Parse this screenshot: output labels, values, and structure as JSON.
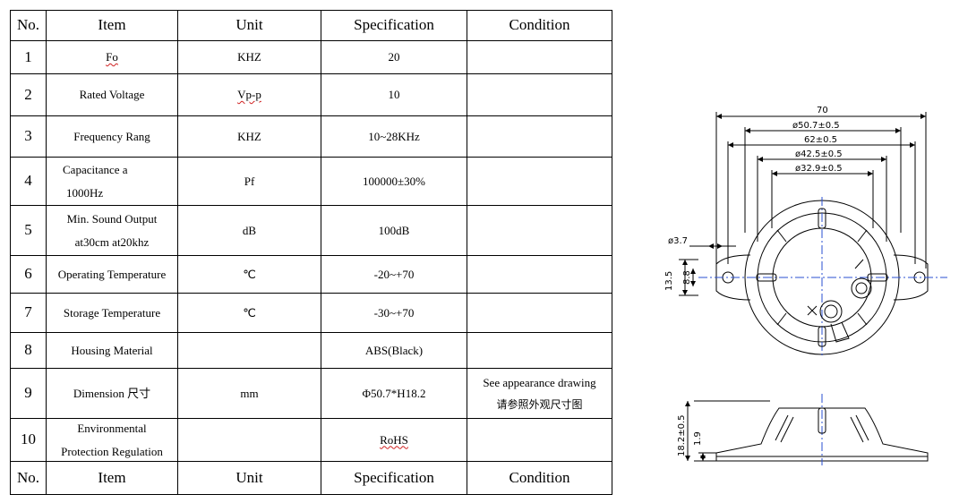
{
  "header": {
    "no": "No.",
    "item": "Item",
    "unit": "Unit",
    "specification": "Specification",
    "condition": "Condition"
  },
  "rows": [
    {
      "no": "1",
      "item": "Fo",
      "unit": "KHZ",
      "spec": "20",
      "condition": ""
    },
    {
      "no": "2",
      "item": "Rated Voltage",
      "unit": "Vp-p",
      "spec": "10",
      "condition": ""
    },
    {
      "no": "3",
      "item": "Frequency Rang",
      "unit": "KHZ",
      "spec": "10~28KHz",
      "condition": ""
    },
    {
      "no": "4",
      "item_line1": "Capacitance a",
      "item_line2": "1000Hz",
      "unit": "Pf",
      "spec": "100000±30%",
      "condition": ""
    },
    {
      "no": "5",
      "item_line1": "Min. Sound Output",
      "item_line2": "at30cm at20khz",
      "unit": "dB",
      "spec": "100dB",
      "condition": ""
    },
    {
      "no": "6",
      "item": "Operating Temperature",
      "unit": "℃",
      "spec": "-20~+70",
      "condition": ""
    },
    {
      "no": "7",
      "item": "Storage Temperature",
      "unit": "℃",
      "spec": "-30~+70",
      "condition": ""
    },
    {
      "no": "8",
      "item": "Housing Material",
      "unit": "",
      "spec": "ABS(Black)",
      "condition": ""
    },
    {
      "no": "9",
      "item": "Dimension 尺寸",
      "unit": "mm",
      "spec": "Φ50.7*H18.2",
      "condition_line1": "See appearance drawing",
      "condition_line2": "请参照外观尺寸图"
    },
    {
      "no": "10",
      "item_line1": "Environmental",
      "item_line2": "Protection Regulation",
      "unit": "",
      "spec": "RoHS",
      "condition": ""
    }
  ],
  "drawing": {
    "dim_70": "70",
    "dim_50_7": "ø50.7±0.5",
    "dim_62": "62±0.5",
    "dim_42_5": "ø42.5±0.5",
    "dim_32_9": "ø32.9±0.5",
    "dim_3_7": "ø3.7",
    "dim_13_5": "13.5",
    "dim_8_8": "8.8",
    "dim_18_2": "18.2±0.5",
    "dim_1_9": "1.9"
  }
}
